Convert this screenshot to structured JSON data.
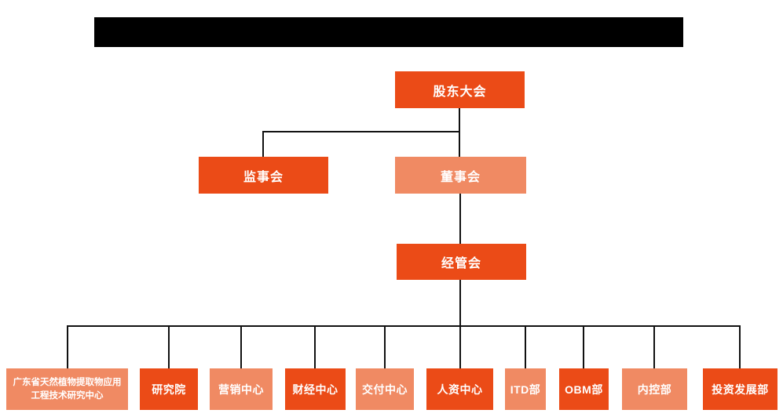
{
  "page": {
    "background": "#ffffff",
    "title_redacted": true
  },
  "colors": {
    "primary": "#EB4B17",
    "secondary": "#F08A63",
    "connector": "#111111",
    "node_text": "#ffffff",
    "redaction": "#000000"
  },
  "org_chart": {
    "type": "org-tree",
    "nodes": [
      {
        "id": "shareholders",
        "label": "股东大会",
        "level": 1,
        "variant": "primary",
        "parent": null
      },
      {
        "id": "supervisory-board",
        "label": "监事会",
        "level": 2,
        "variant": "primary",
        "parent": "shareholders"
      },
      {
        "id": "board-of-directors",
        "label": "董事会",
        "level": 2,
        "variant": "secondary",
        "parent": "shareholders"
      },
      {
        "id": "management-committee",
        "label": "经管会",
        "level": 3,
        "variant": "primary",
        "parent": "board-of-directors"
      },
      {
        "id": "research-center",
        "label": "广东省天然植物提取物应用工程技术研究中心",
        "level": 4,
        "variant": "secondary",
        "parent": "management-committee"
      },
      {
        "id": "research-institute",
        "label": "研究院",
        "level": 4,
        "variant": "primary",
        "parent": "management-committee"
      },
      {
        "id": "marketing-center",
        "label": "营销中心",
        "level": 4,
        "variant": "secondary",
        "parent": "management-committee"
      },
      {
        "id": "finance-center",
        "label": "财经中心",
        "level": 4,
        "variant": "primary",
        "parent": "management-committee"
      },
      {
        "id": "delivery-center",
        "label": "交付中心",
        "level": 4,
        "variant": "secondary",
        "parent": "management-committee"
      },
      {
        "id": "hr-center",
        "label": "人资中心",
        "level": 4,
        "variant": "primary",
        "parent": "management-committee"
      },
      {
        "id": "itd-dept",
        "label": "ITD部",
        "level": 4,
        "variant": "secondary",
        "parent": "management-committee"
      },
      {
        "id": "obm-dept",
        "label": "OBM部",
        "level": 4,
        "variant": "primary",
        "parent": "management-committee"
      },
      {
        "id": "internal-control-dept",
        "label": "内控部",
        "level": 4,
        "variant": "secondary",
        "parent": "management-committee"
      },
      {
        "id": "investment-dev-dept",
        "label": "投资发展部",
        "level": 4,
        "variant": "primary",
        "parent": "management-committee"
      }
    ]
  }
}
